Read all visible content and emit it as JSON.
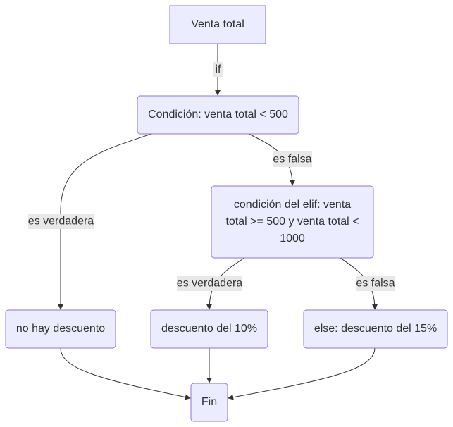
{
  "nodes": {
    "venta_total": "Venta total",
    "condicion_if": "Condición: venta total < 500",
    "condicion_elif": [
      "condición del elif: venta",
      "total >= 500 y venta total <",
      "1000"
    ],
    "no_descuento": "no hay descuento",
    "descuento_10": "descuento del 10%",
    "descuento_15": "else: descuento del 15%",
    "fin": "Fin"
  },
  "edges": {
    "if_label": "if",
    "if_true_label": "es verdadera",
    "if_false_label": "es falsa",
    "elif_true_label": "es verdadera",
    "elif_false_label": "es falsa"
  },
  "colors": {
    "node_fill": "#ececff",
    "node_stroke": "#9370db",
    "edge": "#333333",
    "label_bg": "#e8e8e8"
  }
}
